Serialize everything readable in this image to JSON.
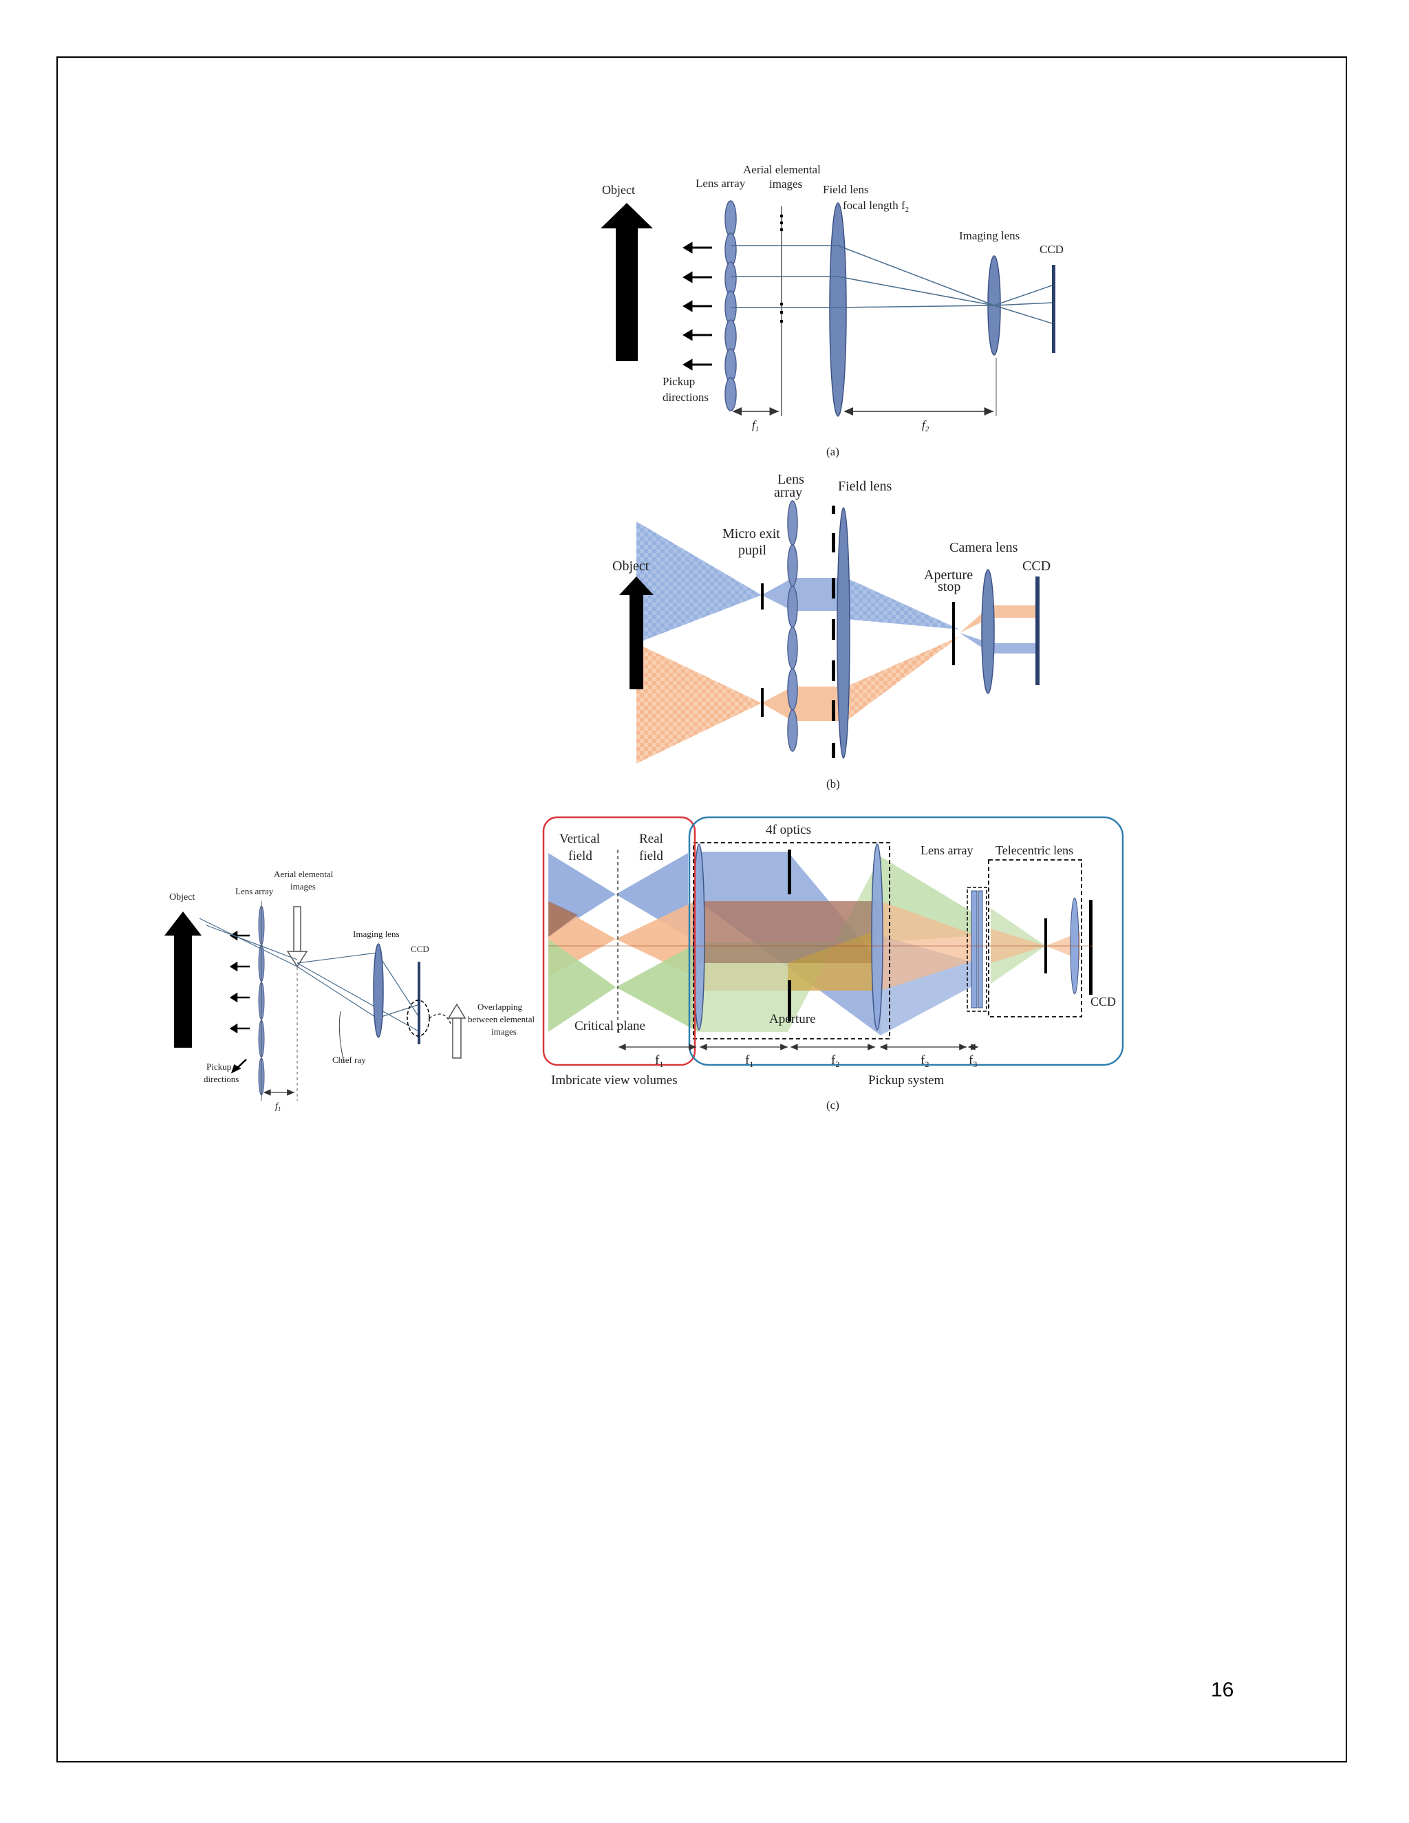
{
  "page_number": "16",
  "figure_a": {
    "caption": "(a)",
    "labels": {
      "object": "Object",
      "lens_array": "Lens array",
      "aerial_line1": "Aerial elemental",
      "aerial_line2": "images",
      "field_lens": "Field lens",
      "focal_length": "focal length f",
      "focal_sub": "2",
      "imaging_lens": "Imaging lens",
      "ccd": "CCD",
      "pickup_line1": "Pickup",
      "pickup_line2": "directions",
      "f1": "f",
      "f1_sub": "1",
      "f2": "f",
      "f2_sub": "2"
    }
  },
  "figure_b": {
    "caption": "(b)",
    "labels": {
      "lens_array_line1": "Lens",
      "lens_array_line2": "array",
      "field_lens": "Field lens",
      "micro_line1": "Micro exit",
      "micro_line2": "pupil",
      "object": "Object",
      "camera_lens": "Camera lens",
      "aperture_line1": "Aperture",
      "aperture_line2": "stop",
      "ccd": "CCD"
    }
  },
  "figure_c": {
    "caption": "(c)",
    "left": {
      "object": "Object",
      "lens_array": "Lens array",
      "aerial_line1": "Aerial elemental",
      "aerial_line2": "images",
      "imaging_lens": "Imaging lens",
      "ccd": "CCD",
      "overlap_line1": "Overlapping",
      "overlap_line2": "between elemental",
      "overlap_line3": "images",
      "chief_ray": "Chief ray",
      "pickup_line1": "Pickup",
      "pickup_line2": "directions",
      "f1": "f",
      "f1_sub": "1"
    },
    "right": {
      "vertical_line1": "Vertical",
      "vertical_line2": "field",
      "real_line1": "Real",
      "real_line2": "field",
      "critical_plane": "Critical plane",
      "f1_left": "f",
      "f1_left_sub": "1",
      "imbricate": "Imbricate view volumes",
      "four_f": "4f optics",
      "aperture": "Aperture",
      "lens_array": "Lens array",
      "telecentric": "Telecentric lens",
      "ccd": "CCD",
      "pickup_system": "Pickup system",
      "dims": [
        {
          "t": "f",
          "s": "1"
        },
        {
          "t": "f",
          "s": "2"
        },
        {
          "t": "f",
          "s": "2"
        },
        {
          "t": "f",
          "s": "3"
        }
      ]
    }
  },
  "colors": {
    "blue_fill": "#7f9fd6",
    "orange_fill": "#f4b183",
    "green_fill": "#a9d18e",
    "lens_fill": "#6f86b8",
    "red_box": "#d9353b",
    "blue_box": "#2f7fb0",
    "ray": "#4a6d8c"
  }
}
